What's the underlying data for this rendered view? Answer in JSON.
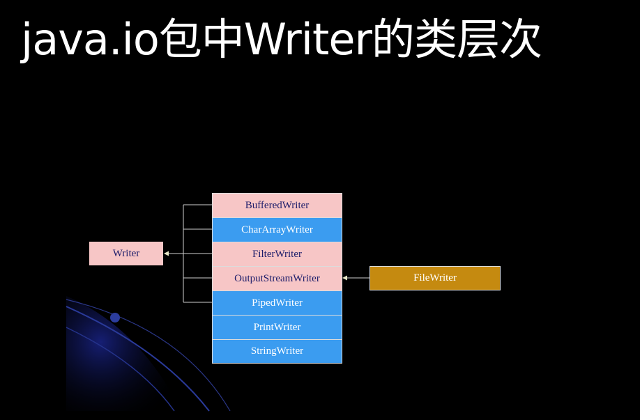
{
  "title": "java.io包中Writer的类层次",
  "diagram": {
    "base_class": "Writer",
    "subclasses": [
      {
        "name": "BufferedWriter",
        "style": "pink"
      },
      {
        "name": "CharArrayWriter",
        "style": "blue"
      },
      {
        "name": "FilterWriter",
        "style": "pink"
      },
      {
        "name": "OutputStreamWriter",
        "style": "pink"
      },
      {
        "name": "PipedWriter",
        "style": "blue"
      },
      {
        "name": "PrintWriter",
        "style": "blue"
      },
      {
        "name": "StringWriter",
        "style": "blue"
      }
    ],
    "derived_class": "FileWriter",
    "colors": {
      "pink": "#f7c6c6",
      "blue": "#3b9cf0",
      "gold": "#c58a10",
      "connector": "#cfcfcf"
    }
  }
}
